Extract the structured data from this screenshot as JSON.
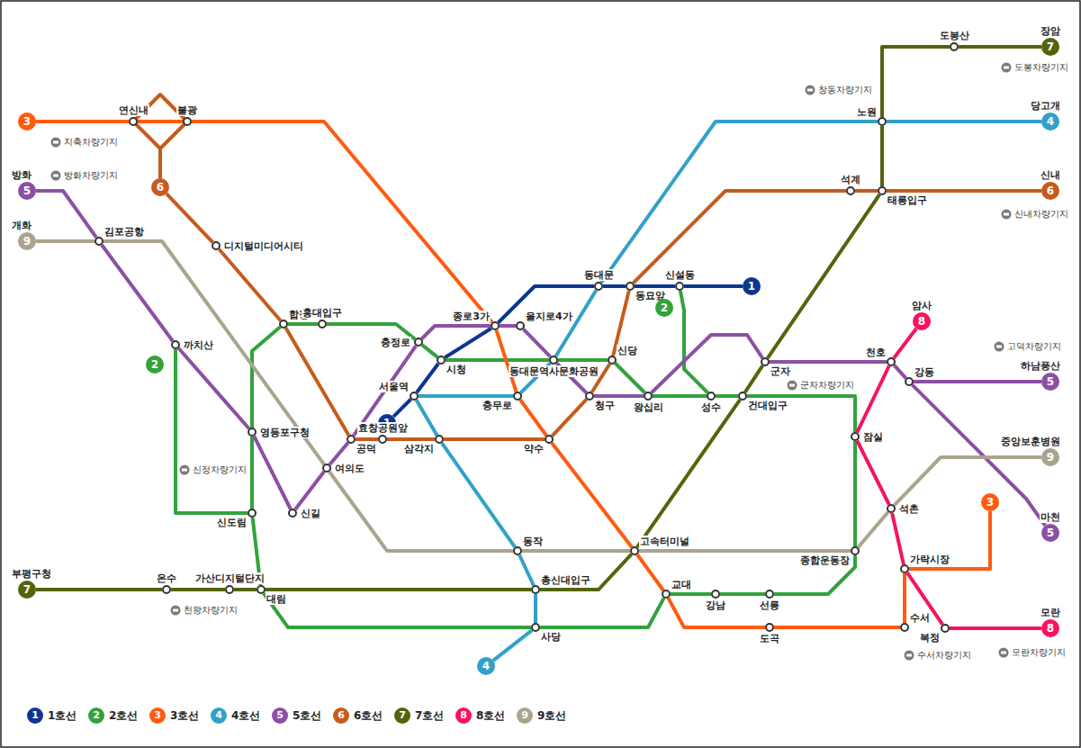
{
  "diagram": {
    "nodes": [
      {
        "text": [
          "7",
          "장암"
        ]
      },
      {
        "text": [
          "도봉산"
        ]
      },
      {
        "text": [
          "3"
        ]
      },
      {
        "text": [
          "연신내"
        ]
      },
      {
        "text": [
          "불광"
        ]
      },
      {
        "text": [
          "노원"
        ]
      },
      {
        "text": [
          "4",
          "당고개"
        ]
      },
      {
        "text": [
          "6"
        ]
      },
      {
        "text": [
          "5",
          "방화"
        ]
      },
      {
        "text": [
          "석계"
        ]
      },
      {
        "text": [
          "태릉입구"
        ]
      },
      {
        "text": [
          "6",
          "신내"
        ]
      },
      {
        "text": [
          "9",
          "개화"
        ]
      },
      {
        "text": [
          "김포공항"
        ]
      },
      {
        "text": [
          "디지털미디어시티"
        ]
      },
      {
        "text": [
          "동대문"
        ]
      },
      {
        "text": [
          "동묘앞"
        ]
      },
      {
        "text": [
          "신설동"
        ]
      },
      {
        "text": [
          "1"
        ]
      },
      {
        "text": [
          "2"
        ]
      },
      {
        "text": [
          "8",
          "암사"
        ]
      },
      {
        "text": [
          "합정"
        ]
      },
      {
        "text": [
          "홍대입구"
        ]
      },
      {
        "text": [
          "종로3가"
        ]
      },
      {
        "text": [
          "을지로4가"
        ]
      },
      {
        "text": [
          "충정로"
        ]
      },
      {
        "text": [
          "까치산"
        ]
      },
      {
        "text": [
          "2"
        ]
      },
      {
        "text": [
          "시청"
        ]
      },
      {
        "text": [
          "동대문역사문화공원"
        ]
      },
      {
        "text": [
          "신당"
        ]
      },
      {
        "text": [
          "군자"
        ]
      },
      {
        "text": [
          "천호"
        ]
      },
      {
        "text": [
          "강동"
        ]
      },
      {
        "text": [
          "5",
          "하남풍산"
        ]
      },
      {
        "text": [
          "서울역"
        ]
      },
      {
        "text": [
          "충무로"
        ]
      },
      {
        "text": [
          "청구"
        ]
      },
      {
        "text": [
          "왕십리"
        ]
      },
      {
        "text": [
          "성수"
        ]
      },
      {
        "text": [
          "건대입구"
        ]
      },
      {
        "text": [
          "1"
        ]
      },
      {
        "text": [
          "영등포구청"
        ]
      },
      {
        "text": [
          "잠실"
        ]
      },
      {
        "text": [
          "공덕"
        ]
      },
      {
        "text": [
          "효창공원앞"
        ]
      },
      {
        "text": [
          "삼각지"
        ]
      },
      {
        "text": [
          "약수"
        ]
      },
      {
        "text": [
          "9",
          "중앙보훈병원"
        ]
      },
      {
        "text": [
          "여의도"
        ]
      },
      {
        "text": [
          "3"
        ]
      },
      {
        "text": [
          "석촌"
        ]
      },
      {
        "text": [
          "신도림"
        ]
      },
      {
        "text": [
          "신길"
        ]
      },
      {
        "text": [
          "5",
          "마천"
        ]
      },
      {
        "text": [
          "동작"
        ]
      },
      {
        "text": [
          "고속터미널"
        ]
      },
      {
        "text": [
          "종합운동장"
        ]
      },
      {
        "text": [
          "가락시장"
        ]
      },
      {
        "text": [
          "온수"
        ]
      },
      {
        "text": [
          "가산디지털단지"
        ]
      },
      {
        "text": [
          "대림"
        ]
      },
      {
        "text": [
          "총신대입구"
        ]
      },
      {
        "text": [
          "교대"
        ]
      },
      {
        "text": [
          "강남"
        ]
      },
      {
        "text": [
          "선릉"
        ]
      },
      {
        "text": [
          "7",
          "부평구청"
        ]
      },
      {
        "text": [
          "사당"
        ]
      },
      {
        "text": [
          "도곡"
        ]
      },
      {
        "text": [
          "수서"
        ]
      },
      {
        "text": [
          "복정"
        ]
      },
      {
        "text": [
          "8",
          "모란"
        ]
      },
      {
        "text": [
          "4"
        ]
      }
    ],
    "edges": [
      {
        "from": 41,
        "to": 35,
        "arrow": "none"
      },
      {
        "from": 35,
        "to": 28,
        "arrow": "none"
      },
      {
        "from": 28,
        "to": 23,
        "arrow": "none"
      },
      {
        "from": 23,
        "to": 15,
        "arrow": "none"
      },
      {
        "from": 15,
        "to": 16,
        "arrow": "none"
      },
      {
        "from": 16,
        "to": 17,
        "arrow": "none"
      },
      {
        "from": 17,
        "to": 18,
        "arrow": "none"
      },
      {
        "from": 28,
        "to": 29,
        "arrow": "none"
      },
      {
        "from": 29,
        "to": 30,
        "arrow": "none"
      },
      {
        "from": 30,
        "to": 38,
        "arrow": "none"
      },
      {
        "from": 38,
        "to": 39,
        "arrow": "none"
      },
      {
        "from": 39,
        "to": 40,
        "arrow": "none"
      },
      {
        "from": 40,
        "to": 43,
        "arrow": "none"
      },
      {
        "from": 43,
        "to": 57,
        "arrow": "none"
      },
      {
        "from": 57,
        "to": 65,
        "arrow": "none"
      },
      {
        "from": 65,
        "to": 64,
        "arrow": "none"
      },
      {
        "from": 64,
        "to": 63,
        "arrow": "none"
      },
      {
        "from": 63,
        "to": 67,
        "arrow": "none"
      },
      {
        "from": 67,
        "to": 61,
        "arrow": "none"
      },
      {
        "from": 61,
        "to": 52,
        "arrow": "none"
      },
      {
        "from": 52,
        "to": 42,
        "arrow": "none"
      },
      {
        "from": 42,
        "to": 21,
        "arrow": "none"
      },
      {
        "from": 21,
        "to": 22,
        "arrow": "none"
      },
      {
        "from": 22,
        "to": 25,
        "arrow": "none"
      },
      {
        "from": 25,
        "to": 28,
        "arrow": "none"
      },
      {
        "from": 39,
        "to": 17,
        "arrow": "none"
      },
      {
        "from": 52,
        "to": 26,
        "arrow": "none"
      },
      {
        "from": 2,
        "to": 3,
        "arrow": "none"
      },
      {
        "from": 3,
        "to": 4,
        "arrow": "none"
      },
      {
        "from": 4,
        "to": 23,
        "arrow": "none"
      },
      {
        "from": 23,
        "to": 36,
        "arrow": "none"
      },
      {
        "from": 36,
        "to": 47,
        "arrow": "none"
      },
      {
        "from": 47,
        "to": 56,
        "arrow": "none"
      },
      {
        "from": 56,
        "to": 63,
        "arrow": "none"
      },
      {
        "from": 63,
        "to": 68,
        "arrow": "none"
      },
      {
        "from": 68,
        "to": 69,
        "arrow": "none"
      },
      {
        "from": 69,
        "to": 58,
        "arrow": "none"
      },
      {
        "from": 58,
        "to": 50,
        "arrow": "none"
      },
      {
        "from": 6,
        "to": 5,
        "arrow": "none"
      },
      {
        "from": 5,
        "to": 15,
        "arrow": "none"
      },
      {
        "from": 15,
        "to": 29,
        "arrow": "none"
      },
      {
        "from": 29,
        "to": 36,
        "arrow": "none"
      },
      {
        "from": 36,
        "to": 35,
        "arrow": "none"
      },
      {
        "from": 35,
        "to": 46,
        "arrow": "none"
      },
      {
        "from": 46,
        "to": 55,
        "arrow": "none"
      },
      {
        "from": 55,
        "to": 62,
        "arrow": "none"
      },
      {
        "from": 62,
        "to": 67,
        "arrow": "none"
      },
      {
        "from": 67,
        "to": 72,
        "arrow": "none"
      },
      {
        "from": 8,
        "to": 13,
        "arrow": "none"
      },
      {
        "from": 13,
        "to": 26,
        "arrow": "none"
      },
      {
        "from": 26,
        "to": 42,
        "arrow": "none"
      },
      {
        "from": 42,
        "to": 53,
        "arrow": "none"
      },
      {
        "from": 53,
        "to": 49,
        "arrow": "none"
      },
      {
        "from": 49,
        "to": 44,
        "arrow": "none"
      },
      {
        "from": 44,
        "to": 25,
        "arrow": "none"
      },
      {
        "from": 25,
        "to": 23,
        "arrow": "none"
      },
      {
        "from": 23,
        "to": 24,
        "arrow": "none"
      },
      {
        "from": 24,
        "to": 29,
        "arrow": "none"
      },
      {
        "from": 29,
        "to": 37,
        "arrow": "none"
      },
      {
        "from": 37,
        "to": 38,
        "arrow": "none"
      },
      {
        "from": 38,
        "to": 31,
        "arrow": "none"
      },
      {
        "from": 31,
        "to": 32,
        "arrow": "none"
      },
      {
        "from": 32,
        "to": 33,
        "arrow": "none"
      },
      {
        "from": 33,
        "to": 34,
        "arrow": "none"
      },
      {
        "from": 33,
        "to": 54,
        "arrow": "none"
      },
      {
        "from": 7,
        "to": 14,
        "arrow": "none"
      },
      {
        "from": 14,
        "to": 21,
        "arrow": "none"
      },
      {
        "from": 21,
        "to": 44,
        "arrow": "none"
      },
      {
        "from": 44,
        "to": 45,
        "arrow": "none"
      },
      {
        "from": 45,
        "to": 46,
        "arrow": "none"
      },
      {
        "from": 46,
        "to": 47,
        "arrow": "none"
      },
      {
        "from": 47,
        "to": 37,
        "arrow": "none"
      },
      {
        "from": 37,
        "to": 30,
        "arrow": "none"
      },
      {
        "from": 30,
        "to": 16,
        "arrow": "none"
      },
      {
        "from": 16,
        "to": 9,
        "arrow": "none"
      },
      {
        "from": 9,
        "to": 10,
        "arrow": "none"
      },
      {
        "from": 10,
        "to": 11,
        "arrow": "none"
      },
      {
        "from": 0,
        "to": 1,
        "arrow": "none"
      },
      {
        "from": 1,
        "to": 5,
        "arrow": "none"
      },
      {
        "from": 5,
        "to": 10,
        "arrow": "none"
      },
      {
        "from": 10,
        "to": 31,
        "arrow": "none"
      },
      {
        "from": 31,
        "to": 40,
        "arrow": "none"
      },
      {
        "from": 40,
        "to": 56,
        "arrow": "none"
      },
      {
        "from": 56,
        "to": 62,
        "arrow": "none"
      },
      {
        "from": 62,
        "to": 61,
        "arrow": "none"
      },
      {
        "from": 61,
        "to": 60,
        "arrow": "none"
      },
      {
        "from": 60,
        "to": 59,
        "arrow": "none"
      },
      {
        "from": 59,
        "to": 66,
        "arrow": "none"
      },
      {
        "from": 20,
        "to": 32,
        "arrow": "none"
      },
      {
        "from": 32,
        "to": 43,
        "arrow": "none"
      },
      {
        "from": 43,
        "to": 51,
        "arrow": "none"
      },
      {
        "from": 51,
        "to": 58,
        "arrow": "none"
      },
      {
        "from": 58,
        "to": 70,
        "arrow": "none"
      },
      {
        "from": 70,
        "to": 71,
        "arrow": "none"
      },
      {
        "from": 12,
        "to": 13,
        "arrow": "none"
      },
      {
        "from": 13,
        "to": 49,
        "arrow": "none"
      },
      {
        "from": 49,
        "to": 55,
        "arrow": "none"
      },
      {
        "from": 55,
        "to": 56,
        "arrow": "none"
      },
      {
        "from": 56,
        "to": 57,
        "arrow": "none"
      },
      {
        "from": 57,
        "to": 51,
        "arrow": "none"
      },
      {
        "from": 51,
        "to": 48,
        "arrow": "none"
      }
    ],
    "labels": [
      "지축차량기지",
      "방화차량기지",
      "신정차량기지",
      "천왕차량기지",
      "군자차량기지",
      "창동차량기지",
      "도봉차량기지",
      "신내차량기지",
      "고덕차량기지",
      "수서차량기지",
      "모란차량기지",
      "1",
      "2",
      "3",
      "4",
      "5",
      "6",
      "7",
      "8",
      "9"
    ],
    "legend": [
      {
        "text": "1호선",
        "color": "#0d3692"
      },
      {
        "text": "2호선",
        "color": "#33a23d"
      },
      {
        "text": "3호선",
        "color": "#fe5b10"
      },
      {
        "text": "4호선",
        "color": "#32a1c8"
      },
      {
        "text": "5호선",
        "color": "#8b50a4"
      },
      {
        "text": "6호선",
        "color": "#c55c1d"
      },
      {
        "text": "7호선",
        "color": "#54640d"
      },
      {
        "text": "8호선",
        "color": "#f51361"
      },
      {
        "text": "9호선",
        "color": "#aaa48e"
      }
    ]
  }
}
